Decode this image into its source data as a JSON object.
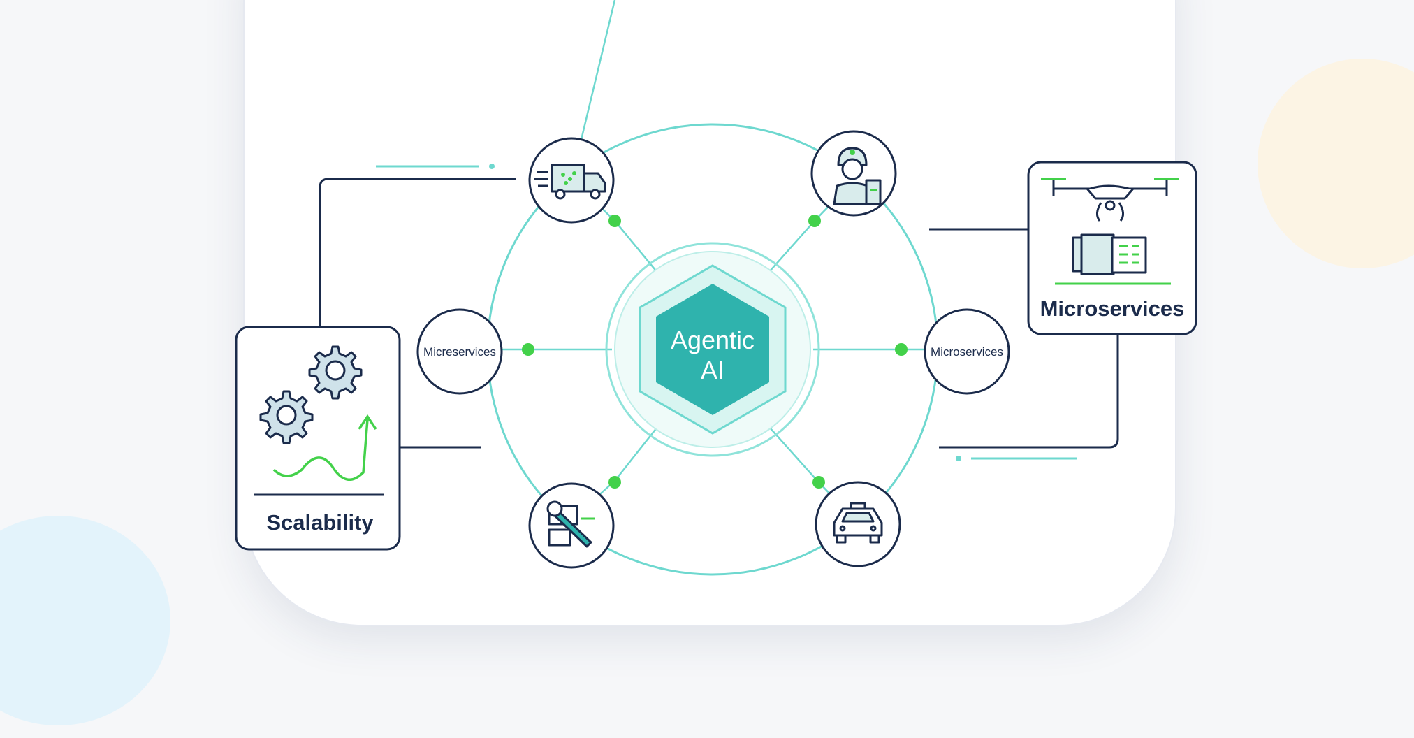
{
  "center": {
    "line1": "Agentic",
    "line2": "AI"
  },
  "nodes": {
    "left_label": "Micreservices",
    "right_label": "Microservices"
  },
  "left_box": {
    "label": "Scalability"
  },
  "right_box": {
    "label": "Microservices"
  },
  "icons": {
    "top_left": "delivery-truck-icon",
    "top_right": "worker-icon",
    "bottom_left": "wrench-tools-icon",
    "bottom_right": "car-icon",
    "left_box": "gears-growth-icon",
    "right_box": "drone-server-icon"
  },
  "colors": {
    "navy": "#1b2b4b",
    "teal": "#2fb3ad",
    "teal_line": "#6ed8cf",
    "green": "#43d14a",
    "gear_fill": "#cfe2ea"
  }
}
